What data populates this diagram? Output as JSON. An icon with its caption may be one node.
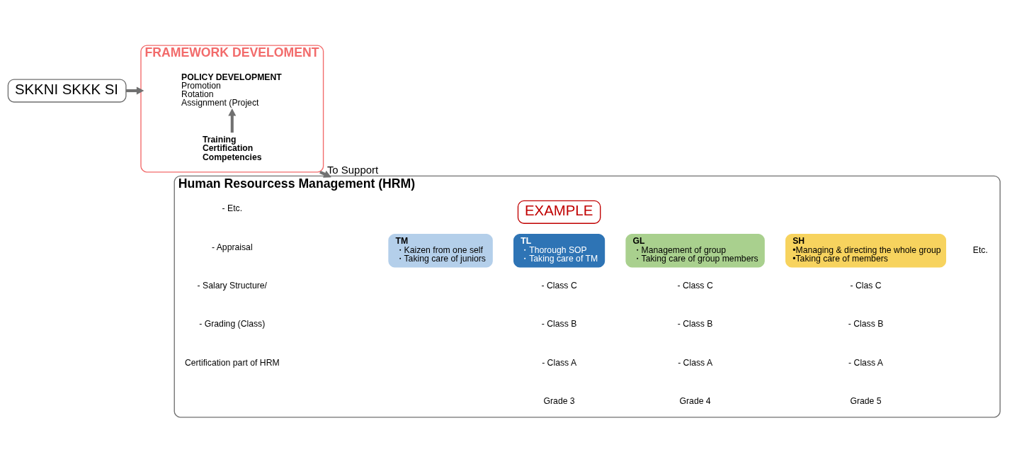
{
  "diagram": {
    "nodes": [
      {
        "text": [
          "SKKNI SKKK SI"
        ]
      },
      {
        "text": [
          "FRAMEWORK DEVELOMENT"
        ]
      },
      {
        "text": [
          "POLICY DEVELOPMENT",
          "Promotion",
          "Rotation",
          "Assignment (Project"
        ],
        "in": 1
      },
      {
        "text": [
          "Training",
          "Certification",
          "Competencies"
        ],
        "in": 1
      },
      {
        "text": [
          "Human Resourcess Management (HRM)"
        ]
      },
      {
        "text": [
          "TM",
          "・Kaizen from one self",
          "・Taking care of juniors"
        ],
        "in": 4
      },
      {
        "text": [
          "TL",
          "・Thorough SOP",
          "・Taking care of TM"
        ],
        "in": 4
      },
      {
        "text": [
          "GL",
          "・Management of group",
          "・Taking care of group members"
        ],
        "in": 4
      },
      {
        "text": [
          "SH",
          "•Managing & directing the whole group",
          "•Taking care of members"
        ],
        "in": 4
      },
      {
        "text": [
          "EXAMPLE"
        ],
        "in": 4
      }
    ],
    "edges": [
      {
        "from": 0,
        "to": 1,
        "arrow": "to"
      },
      {
        "from": 3,
        "to": 2,
        "arrow": "to"
      },
      {
        "from": 1,
        "to": 4,
        "arrow": "to",
        "label": "To Support"
      }
    ],
    "labels": [
      "Certification part of HRM",
      "- Grading (Class)",
      "- Salary Structure/",
      "- Appraisal",
      "- Etc.",
      "Etc.",
      "Grade 5",
      "- Class A",
      "- Class B",
      "- Clas C",
      "Grade 4",
      "- Class A",
      "- Class B",
      "- Class C",
      "Grade 3",
      "- Class A",
      "- Class B",
      "- Class C"
    ]
  }
}
